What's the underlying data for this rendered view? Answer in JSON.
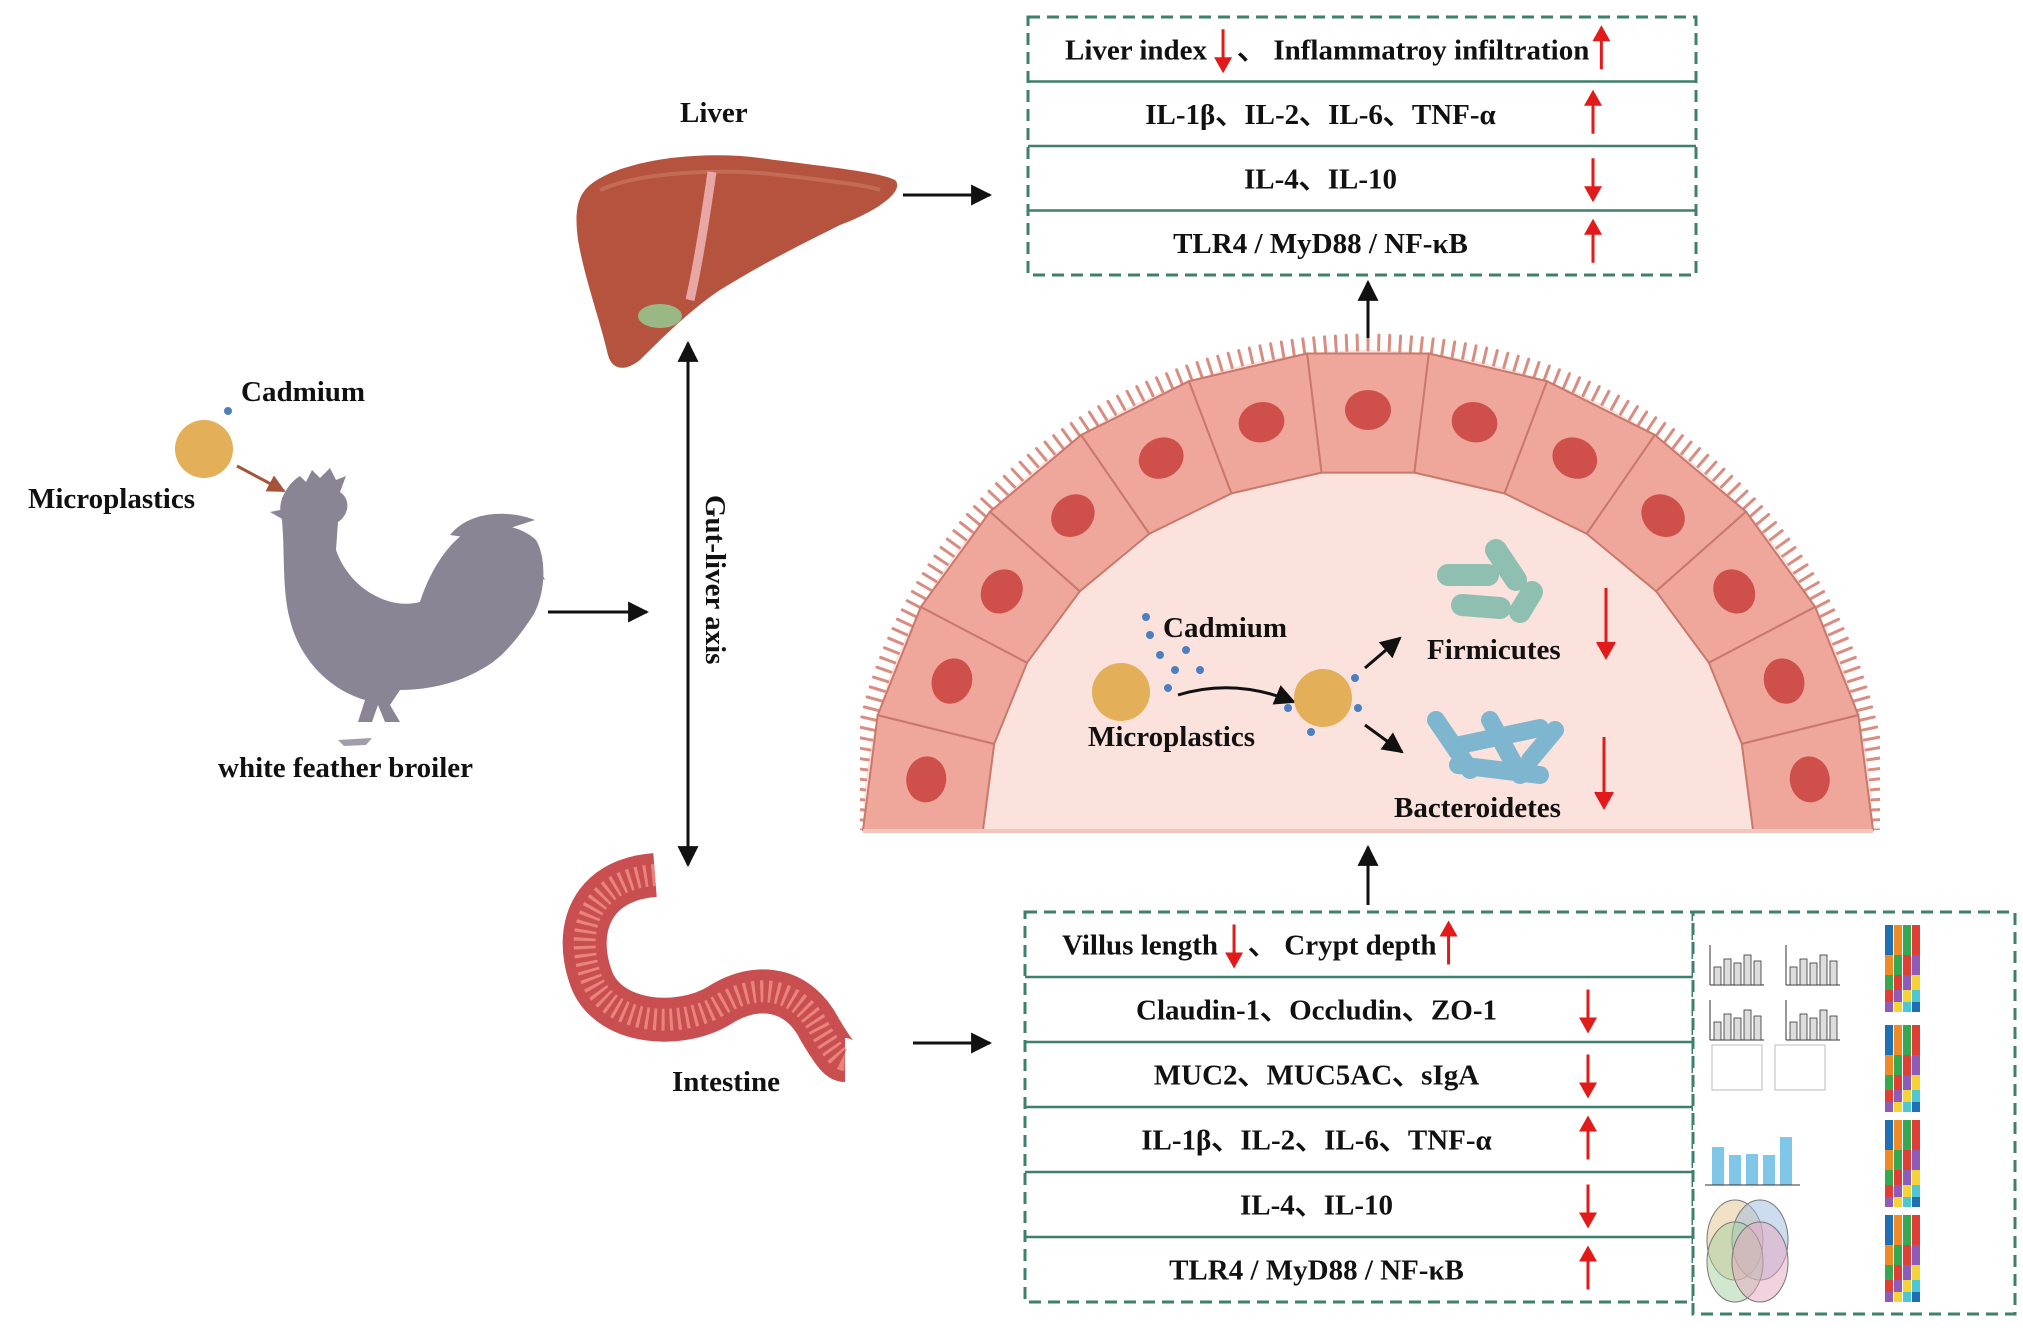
{
  "labels": {
    "cadmium_left": "Cadmium",
    "microplastics_left": "Microplastics",
    "broiler": "white feather broiler",
    "liver": "Liver",
    "intestine": "Intestine",
    "axis": "Gut-liver axis",
    "cadmium_center": "Cadmium",
    "microplastics_center": "Microplastics",
    "firmicutes": "Firmicutes",
    "bacteroidetes": "Bacteroidetes"
  },
  "liver_panel": {
    "rows": [
      {
        "text": "Liver index",
        "dir": "down",
        "text2": "、 Inflammatroy infiltration",
        "dir2": "up"
      },
      {
        "text": "IL-1β、IL-2、IL-6、TNF-α",
        "dir": "up"
      },
      {
        "text": "IL-4、IL-10",
        "dir": "down"
      },
      {
        "text": "TLR4 / MyD88 / NF-κB",
        "dir": "up"
      }
    ]
  },
  "intestine_panel": {
    "rows": [
      {
        "text": "Villus length",
        "dir": "down",
        "text2": "、 Crypt depth",
        "dir2": "up"
      },
      {
        "text": "Claudin-1、Occludin、ZO-1",
        "dir": "down"
      },
      {
        "text": "MUC2、MUC5AC、sIgA",
        "dir": "down"
      },
      {
        "text": "IL-1β、IL-2、IL-6、TNF-α",
        "dir": "up"
      },
      {
        "text": "IL-4、IL-10",
        "dir": "down"
      },
      {
        "text": "TLR4 / MyD88 / NF-κB",
        "dir": "up"
      }
    ]
  },
  "colors": {
    "microplastic": "#e3b059",
    "cadmium": "#4b7fc1",
    "rooster": "#8a8595",
    "liver": "#b5533f",
    "intestine": "#c94e50",
    "cell": "#eea79a",
    "nucleus": "#cf4f4b",
    "arrow_red": "#e21a1a",
    "box_border": "#3f7f6d",
    "firmicutes": "#8fbfb0",
    "bacteroidetes": "#7fb6cf"
  }
}
